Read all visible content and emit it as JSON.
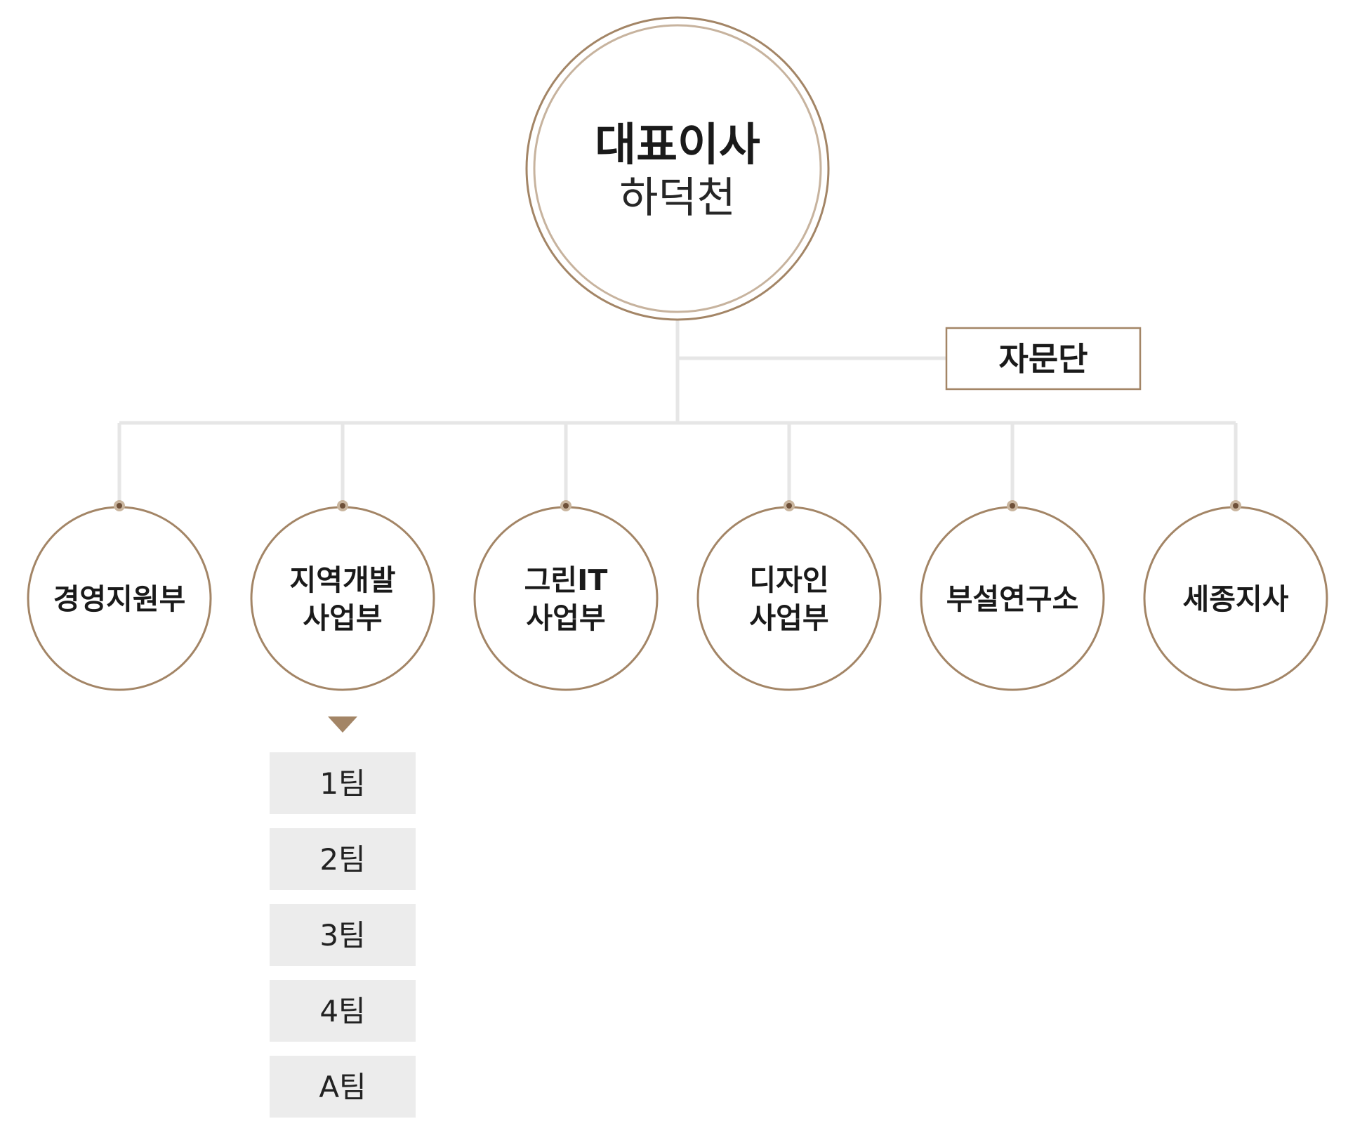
{
  "ceo": {
    "title": "대표이사",
    "name": "하덕천"
  },
  "advisory": {
    "label": "자문단"
  },
  "departments": [
    {
      "lines": [
        "경영지원부"
      ]
    },
    {
      "lines": [
        "지역개발",
        "사업부"
      ]
    },
    {
      "lines": [
        "그린IT",
        "사업부"
      ]
    },
    {
      "lines": [
        "디자인",
        "사업부"
      ]
    },
    {
      "lines": [
        "부설연구소"
      ]
    },
    {
      "lines": [
        "세종지사"
      ]
    }
  ],
  "teams": {
    "parent_index": 1,
    "items": [
      "1팀",
      "2팀",
      "3팀",
      "4팀",
      "A팀"
    ]
  },
  "colors": {
    "accent": "#a38566",
    "connector": "#e6e6e6",
    "team_box": "#ececec"
  }
}
